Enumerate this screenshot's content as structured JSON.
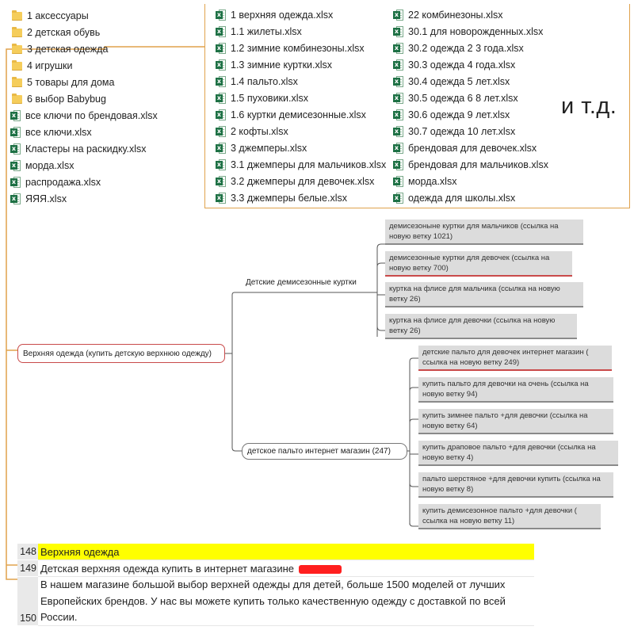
{
  "explorer": {
    "folders": [
      {
        "label": "1 аксессуары",
        "icon": "folder-icon"
      },
      {
        "label": "2 детская обувь",
        "icon": "folder-icon"
      },
      {
        "label": "3 детская одежда",
        "icon": "folder-icon"
      },
      {
        "label": "4 игрушки",
        "icon": "folder-icon"
      },
      {
        "label": "5 товары для дома",
        "icon": "folder-icon"
      },
      {
        "label": "6 выбор Babybug",
        "icon": "folder-icon"
      }
    ],
    "files": [
      {
        "label": "все ключи по брендовая.xlsx",
        "icon": "excel-icon"
      },
      {
        "label": "все ключи.xlsx",
        "icon": "excel-icon"
      },
      {
        "label": "Кластеры на раскидку.xlsx",
        "icon": "excel-icon"
      },
      {
        "label": "морда.xlsx",
        "icon": "excel-icon"
      },
      {
        "label": "распродажа.xlsx",
        "icon": "excel-icon"
      },
      {
        "label": "ЯЯЯ.xlsx",
        "icon": "excel-icon"
      }
    ]
  },
  "folder_contents": {
    "column1": [
      "1 верхняя одежда.xlsx",
      "1.1 жилеты.xlsx",
      "1.2 зимние комбинезоны.xlsx",
      "1.3 зимние куртки.xlsx",
      "1.4 пальто.xlsx",
      "1.5 пуховики.xlsx",
      "1.6 куртки демисезонные.xlsx",
      "2 кофты.xlsx",
      "3 джемперы.xlsx",
      "3.1 джемперы для мальчиков.xlsx",
      "3.2 джемперы для девочек.xlsx",
      "3.3 джемперы белые.xlsx"
    ],
    "column2": [
      "22 комбинезоны.xlsx",
      "30.1 для новорожденных.xlsx",
      "30.2 одежда 2 3 года.xlsx",
      "30.3 одежда 4 года.xlsx",
      "30.4 одежда 5 лет.xlsx",
      "30.5 одежда 6 8 лет.xlsx",
      "30.6 одежда 9 лет.xlsx",
      "30.7 одежда 10 лет.xlsx",
      "брендовая для девочек.xlsx",
      "брендовая для мальчиков.xlsx",
      "морда.xlsx",
      "одежда для школы.xlsx"
    ],
    "etc_text": "и т.д."
  },
  "mindmap": {
    "root": "Верхняя одежда (купить детскую верхнюю одежду)",
    "branch1": {
      "label": "Детские демисезонные куртки",
      "leaves": [
        "демисезоныне куртки для мальчиков (ссылка на новую ветку 1021)",
        "демисезонные куртки для девочек (ссылка на новую ветку 700)",
        "куртка на флисе для мальчика (ссылка на новую ветку 26)",
        "куртка на флисе для девочки (ссылка на новую ветку 26)"
      ]
    },
    "branch2": {
      "label": "детское пальто интернет магазин (247)",
      "leaves": [
        "детские пальто для девочек интернет магазин ( ссылка на новую ветку 249)",
        "купить пальто для девочки на очень (ссылка на новую ветку 94)",
        "купить зимнее пальто +для девочки (ссылка на новую ветку 64)",
        "купить драповое пальто +для девочки (ссылка на новую ветку 4)",
        "пальто шерстяное +для девочки купить (ссылка на новую ветку 8)",
        "купить демисезонное пальто +для девочки ( ссылка на новую ветку 11)"
      ]
    }
  },
  "spreadsheet": {
    "rows": [
      {
        "num": "148",
        "text": "Верхняя одежда",
        "highlight": "#ffff00"
      },
      {
        "num": "149",
        "text": "Детская верхняя одежда купить в интернет магазине"
      },
      {
        "num": "150",
        "text": "В нашем магазине большой выбор верхней одежды для детей, больше 1500 моделей от лучших Европейских брендов. У нас вы можете купить только качественную одежду с доставкой по всей России."
      }
    ]
  },
  "colors": {
    "connector": "#e0a24c",
    "root_border": "#c94a4a",
    "leaf_bg": "#dcdcdc",
    "excel_green": "#1e7145",
    "folder_yellow": "#f5cd5b",
    "highlight": "#ffff00",
    "redaction": "#ff1f1f"
  }
}
